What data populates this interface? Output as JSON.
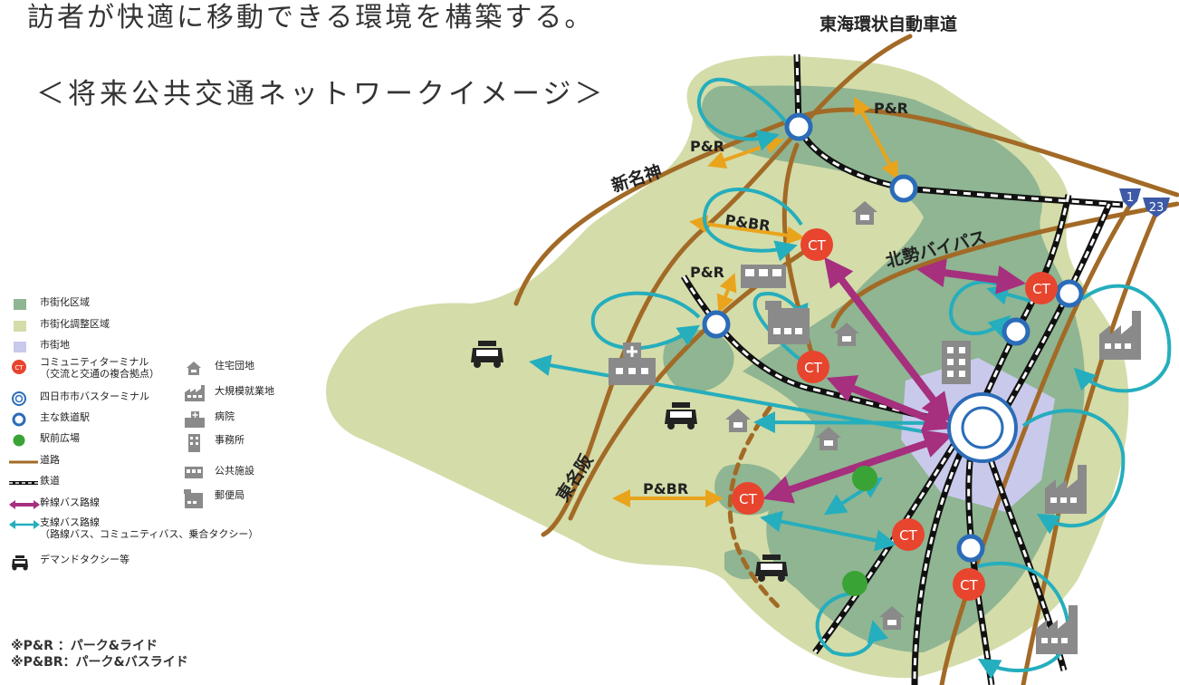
{
  "header": {
    "intro": "訪者が快適に移動できる環境を構築する。",
    "subtitle": "＜将来公共交通ネットワークイメージ＞"
  },
  "map": {
    "road_labels": {
      "tokai_kanjo": "東海環状自動車道",
      "shin_meishin": "新名神",
      "hokusei_bypass": "北勢バイパス",
      "higashi_meihan": "東名阪"
    },
    "route_shields": [
      "1",
      "23"
    ],
    "pr_labels": [
      "P&R",
      "P&R",
      "P&R",
      "P&BR",
      "P&BR"
    ],
    "ct_label": "CT"
  },
  "legend": [
    {
      "symbol": "square-dark-green",
      "label": "市街化区域"
    },
    {
      "symbol": "square-light-green",
      "label": "市街化調整区域"
    },
    {
      "symbol": "square-lavender",
      "label": "市街地"
    },
    {
      "symbol": "ct-circle",
      "label": "コミュニティターミナル",
      "sub": "（交流と交通の複合拠点）"
    },
    {
      "symbol": "double-ring",
      "label": "四日市市バスターミナル"
    },
    {
      "symbol": "ring",
      "label": "主な鉄道駅"
    },
    {
      "symbol": "green-dot",
      "label": "駅前広場"
    },
    {
      "symbol": "road-line",
      "label": "道路"
    },
    {
      "symbol": "rail-line",
      "label": "鉄道"
    },
    {
      "symbol": "purple-arrow",
      "label": "幹線バス路線"
    },
    {
      "symbol": "teal-arrow",
      "label": "支線バス路線",
      "sub": "（路線バス、コミュニティバス、乗合タクシー）"
    },
    {
      "symbol": "taxi-icon",
      "label": "デマンドタクシー等"
    }
  ],
  "legend_icons": [
    {
      "symbol": "house-icon",
      "label": "住宅団地"
    },
    {
      "symbol": "factory-icon",
      "label": "大規模就業地"
    },
    {
      "symbol": "hospital-icon",
      "label": "病院"
    },
    {
      "symbol": "office-icon",
      "label": "事務所"
    },
    {
      "symbol": "public-facility-icon",
      "label": "公共施設"
    },
    {
      "symbol": "post-office-icon",
      "label": "郵便局"
    }
  ],
  "notes": [
    "※P&R ：パーク&ライド",
    "※P&BR：パーク&バスライド"
  ],
  "colors": {
    "urbanization_area": "#8fb592",
    "adjustment_area": "#d4dca9",
    "city_center": "#c9c9ec",
    "ct_red": "#e8452e",
    "station_blue": "#2b6cb8",
    "plaza_green": "#3aa336",
    "road_brown": "#a26a26",
    "trunk_bus_purple": "#a62f7e",
    "branch_bus_teal": "#25aebd",
    "pr_orange": "#e9a41c",
    "icon_gray": "#8a8a8a"
  }
}
